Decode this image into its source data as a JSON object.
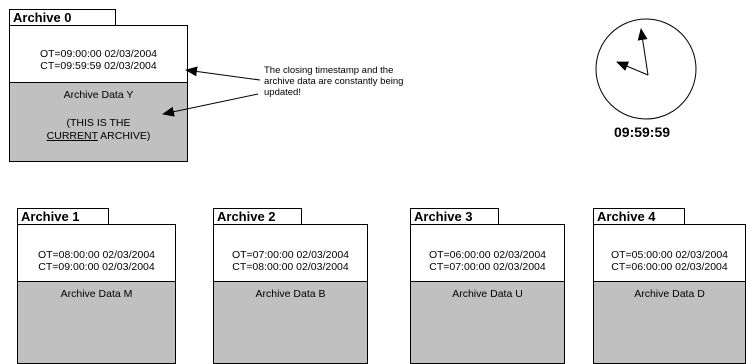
{
  "current_archive": {
    "tab": "Archive 0",
    "ot": "OT=09:00:00 02/03/2004",
    "ct": "CT=09:59:59 02/03/2004",
    "data": "Archive Data Y",
    "note_line1": "(THIS IS THE",
    "note_underlined": "CURRENT",
    "note_end": " ARCHIVE)"
  },
  "callout": [
    "The closing timestamp and the",
    "archive data are constantly being",
    "updated!"
  ],
  "clock": {
    "time": "09:59:59"
  },
  "archives": [
    {
      "tab": "Archive 1",
      "ot": "OT=08:00:00 02/03/2004",
      "ct": "CT=09:00:00 02/03/2004",
      "data": "Archive Data M"
    },
    {
      "tab": "Archive 2",
      "ot": "OT=07:00:00 02/03/2004",
      "ct": "CT=08:00:00 02/03/2004",
      "data": "Archive Data B"
    },
    {
      "tab": "Archive 3",
      "ot": "OT=06:00:00 02/03/2004",
      "ct": "CT=07:00:00 02/03/2004",
      "data": "Archive Data U"
    },
    {
      "tab": "Archive 4",
      "ot": "OT=05:00:00 02/03/2004",
      "ct": "CT=06:00:00 02/03/2004",
      "data": "Archive Data D"
    }
  ]
}
